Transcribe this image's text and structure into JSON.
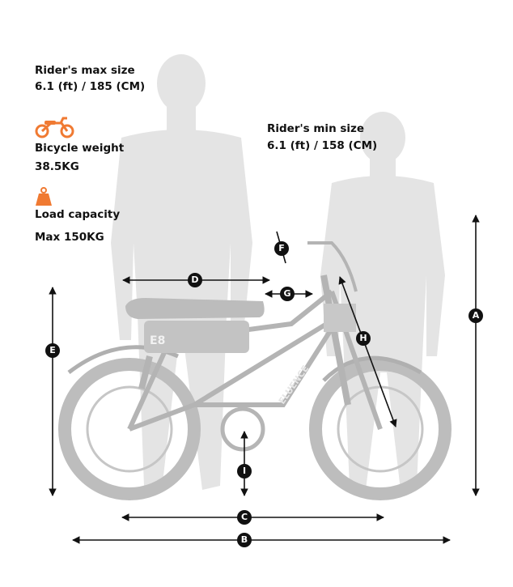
{
  "specs": {
    "max_title": "Rider's max size",
    "max_value": "6.1 (ft) / 185 (CM)",
    "min_title": "Rider's min size",
    "min_value": "6.1 (ft) / 158 (CM)",
    "weight_title": "Bicycle weight",
    "weight_value": "38.5KG",
    "load_title": "Load capacity",
    "load_value": "Max 150KG"
  },
  "icons": {
    "weight": "bicycle-icon",
    "load": "weight-icon"
  },
  "colors": {
    "accent": "#f07a32",
    "silhouette": "#e3e3e3",
    "bike": "#b9b9b9",
    "dim": "#111111"
  },
  "markers": {
    "A": "A",
    "B": "B",
    "C": "C",
    "D": "D",
    "E": "E",
    "F": "F",
    "G": "G",
    "H": "H",
    "I": "I"
  },
  "bike_text": {
    "frame_brand": "ELUENCE",
    "battery_badge": "E8"
  }
}
